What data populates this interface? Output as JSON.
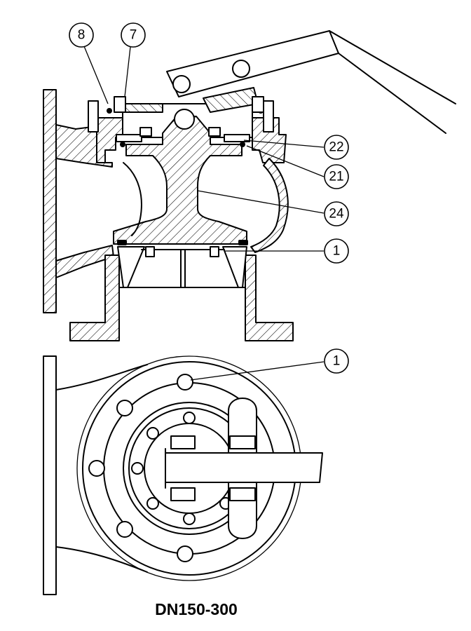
{
  "caption": "DN150-300",
  "callouts": {
    "c8": "8",
    "c7": "7",
    "c22": "22",
    "c21": "21",
    "c24": "24",
    "c1_top": "1",
    "c1_bottom": "1"
  }
}
